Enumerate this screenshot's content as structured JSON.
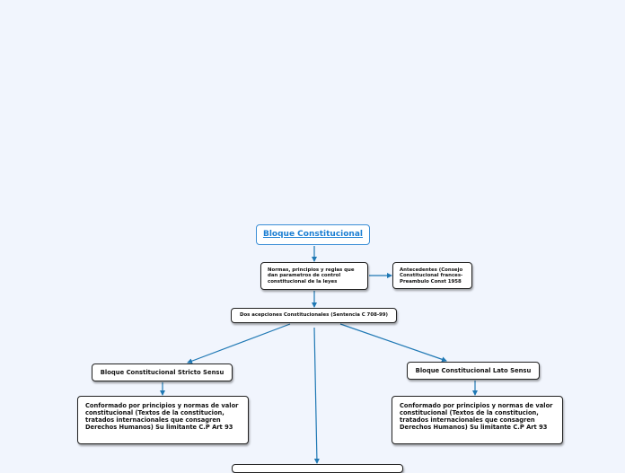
{
  "diagram": {
    "root": "Bloque Constitucional",
    "normas": "Normas, principios y reglas que dan parametros de control constitucional de la leyes",
    "antecedentes": "Antecedentes (Consejo Constitucional frances- Preambulo Const 1958",
    "acepciones": "Dos acepciones Constitucionales (Sentencia C 708-99)",
    "stricto": "Bloque Constitucional Stricto Sensu",
    "lato": "Bloque Constitucional Lato Sensu",
    "conformado_stricto": "Conformado por principios y normas de valor constitucional (Textos de la constitucion, tratados internacionales que consagren Derechos Humanos) Su limitante C.P Art 93",
    "conformado_lato": "Conformado por principios y normas de valor constitucional (Textos de la constitucion, tratados internacionales que consagren Derechos Humanos) Su limitante C.P Art 93"
  },
  "colors": {
    "background": "#f1f5fd",
    "connector": "#1f78b4",
    "root_text": "#1c7fd3"
  }
}
